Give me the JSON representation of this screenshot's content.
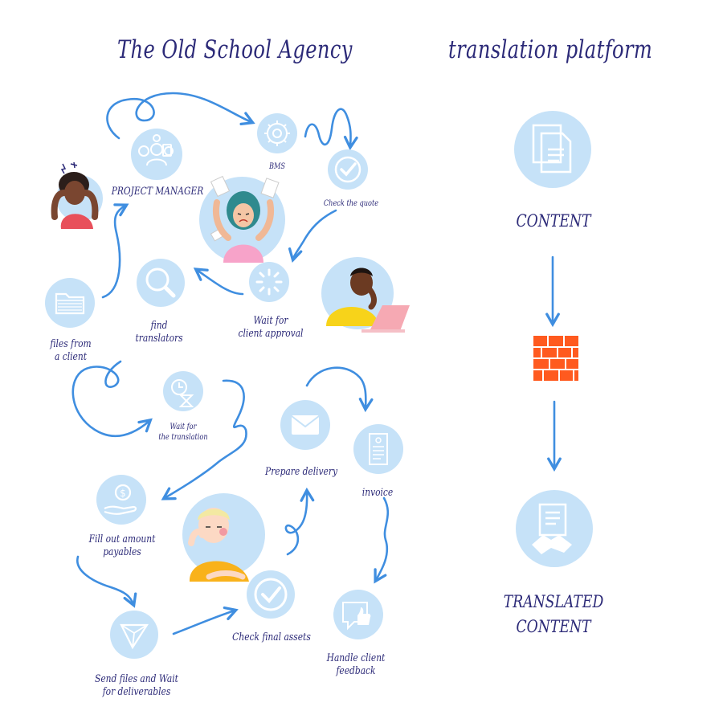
{
  "titles": {
    "agency": "The Old School Agency",
    "platform": "translation platform"
  },
  "agency_steps": {
    "bms": "BMS",
    "check_quote": "Check the quote",
    "project_manager": "PROJECT MANAGER",
    "wait_client_approval": "Wait for\nclient approval",
    "find_translators": "find\ntranslators",
    "files_from_client": "files from\na client",
    "wait_translation": "Wait for\nthe translation",
    "prepare_delivery": "Prepare delivery",
    "invoice": "invoice",
    "fill_amount_payables": "Fill out amount\npayables",
    "check_final_assets": "Check final assets",
    "handle_client_feedback": "Handle client\nfeedback",
    "send_files": "Send files and Wait\nfor deliverables"
  },
  "platform_steps": {
    "content": "CONTENT",
    "translated_content": "TRANSLATED\nCONTENT"
  },
  "colors": {
    "ink": "#2c2a78",
    "circle": "#c6e2f8",
    "arrow": "#3f8ee0",
    "icon": "#ffffff",
    "wall": "#ff5a1f"
  },
  "icons": {
    "bms": "gear-icon",
    "check_quote": "checkmark-icon",
    "project_manager": "team-icon",
    "wait_client_approval": "loading-spinner-icon",
    "find_translators": "magnifier-icon",
    "files_from_client": "folder-icon",
    "wait_translation": "clock-hourglass-icon",
    "prepare_delivery": "envelope-icon",
    "invoice": "invoice-icon",
    "fill_amount_payables": "coin-hand-icon",
    "check_final_assets": "checkmark-icon",
    "handle_client_feedback": "thumbs-up-chat-icon",
    "send_files": "paper-plane-icon",
    "content": "documents-icon",
    "platform": "brick-wall-icon",
    "translated_content": "contract-handshake-icon"
  }
}
